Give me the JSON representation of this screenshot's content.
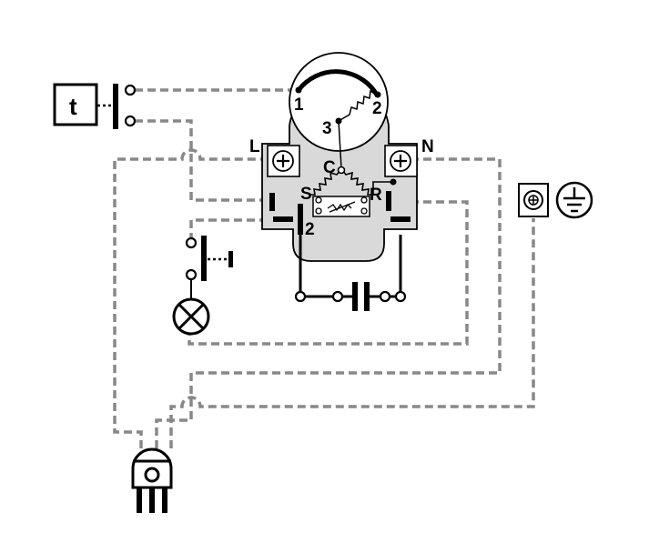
{
  "timer": {
    "label": "t"
  },
  "relay_unit": {
    "overload_terminals": {
      "t1": "1",
      "t2": "2",
      "t3": "3"
    },
    "winding_labels": {
      "common": "C",
      "start": "S",
      "run": "R"
    },
    "terminal_labels": {
      "line": "L",
      "neutral": "N"
    },
    "start_contact": "2"
  },
  "icons": {
    "timer_switch": "timer-icon",
    "door_switch": "door-switch-icon",
    "lamp": "lamp-icon",
    "capacitor": "capacitor-icon",
    "earth": "earth-ground-icon",
    "plug": "mains-plug-icon"
  },
  "colors": {
    "wire": "#888888",
    "line": "#000000",
    "housing": "#d9d9d9"
  }
}
